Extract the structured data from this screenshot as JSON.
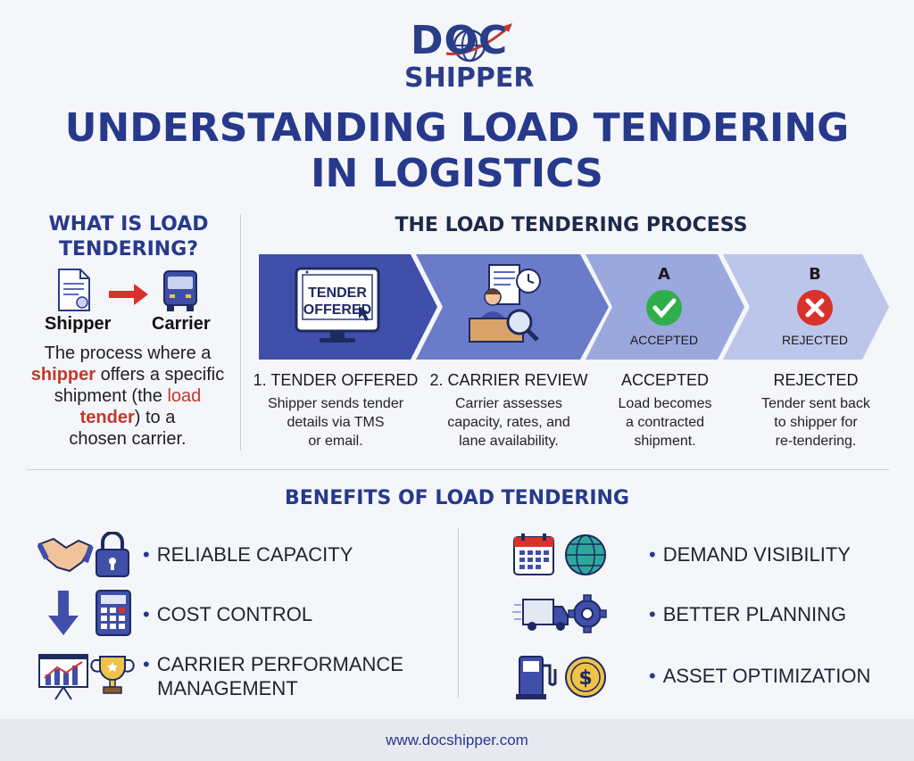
{
  "logo": {
    "top": "DOC",
    "bottom": "SHIPPER"
  },
  "title": {
    "line1": "UNDERSTANDING LOAD TENDERING",
    "line2": "IN LOGISTICS"
  },
  "what": {
    "heading_line1": "WHAT IS LOAD",
    "heading_line2": "TENDERING?",
    "shipper_label": "Shipper",
    "carrier_label": "Carrier",
    "desc": {
      "p1": "The process where a",
      "shipper": "shipper",
      "p2": "offers a specific",
      "p3": "shipment (the",
      "load": "load",
      "tender": "tender",
      "p4": ") to a",
      "p5": "chosen carrier."
    }
  },
  "process": {
    "heading": "THE LOAD TENDERING PROCESS",
    "screen_text1": "TENDER",
    "screen_text2": "OFFERED",
    "badge_a": "A",
    "badge_b": "B",
    "accepted_label": "ACCEPTED",
    "rejected_label": "REJECTED",
    "steps": [
      {
        "title": "1. TENDER OFFERED",
        "desc1": "Shipper sends tender",
        "desc2": "details via TMS",
        "desc3": "or email."
      },
      {
        "title": "2. CARRIER REVIEW",
        "desc1": "Carrier assesses",
        "desc2": "capacity, rates, and",
        "desc3": "lane availability."
      },
      {
        "title": "ACCEPTED",
        "desc1": "Load becomes",
        "desc2": "a contracted",
        "desc3": "shipment."
      },
      {
        "title": "REJECTED",
        "desc1": "Tender sent back",
        "desc2": "to shipper for",
        "desc3": "re-tendering."
      }
    ]
  },
  "benefits": {
    "heading": "BENEFITS OF LOAD TENDERING",
    "left": [
      {
        "line1": "RELIABLE CAPACITY"
      },
      {
        "line1": "COST CONTROL"
      },
      {
        "line1": "CARRIER PERFORMANCE",
        "line2": "MANAGEMENT"
      }
    ],
    "right": [
      {
        "line1": "DEMAND VISIBILITY"
      },
      {
        "line1": "BETTER PLANNING"
      },
      {
        "line1": "ASSET OPTIMIZATION"
      }
    ],
    "bullet": "•"
  },
  "footer": {
    "url": "www.docshipper.com"
  },
  "colors": {
    "navy": "#27398a",
    "chevron1": "#3f4faa",
    "chevron2": "#6a7cc9",
    "chevron3": "#9aa8de",
    "chevron4": "#bcc6ea",
    "accept": "#2fae4a",
    "reject": "#d9312b"
  }
}
